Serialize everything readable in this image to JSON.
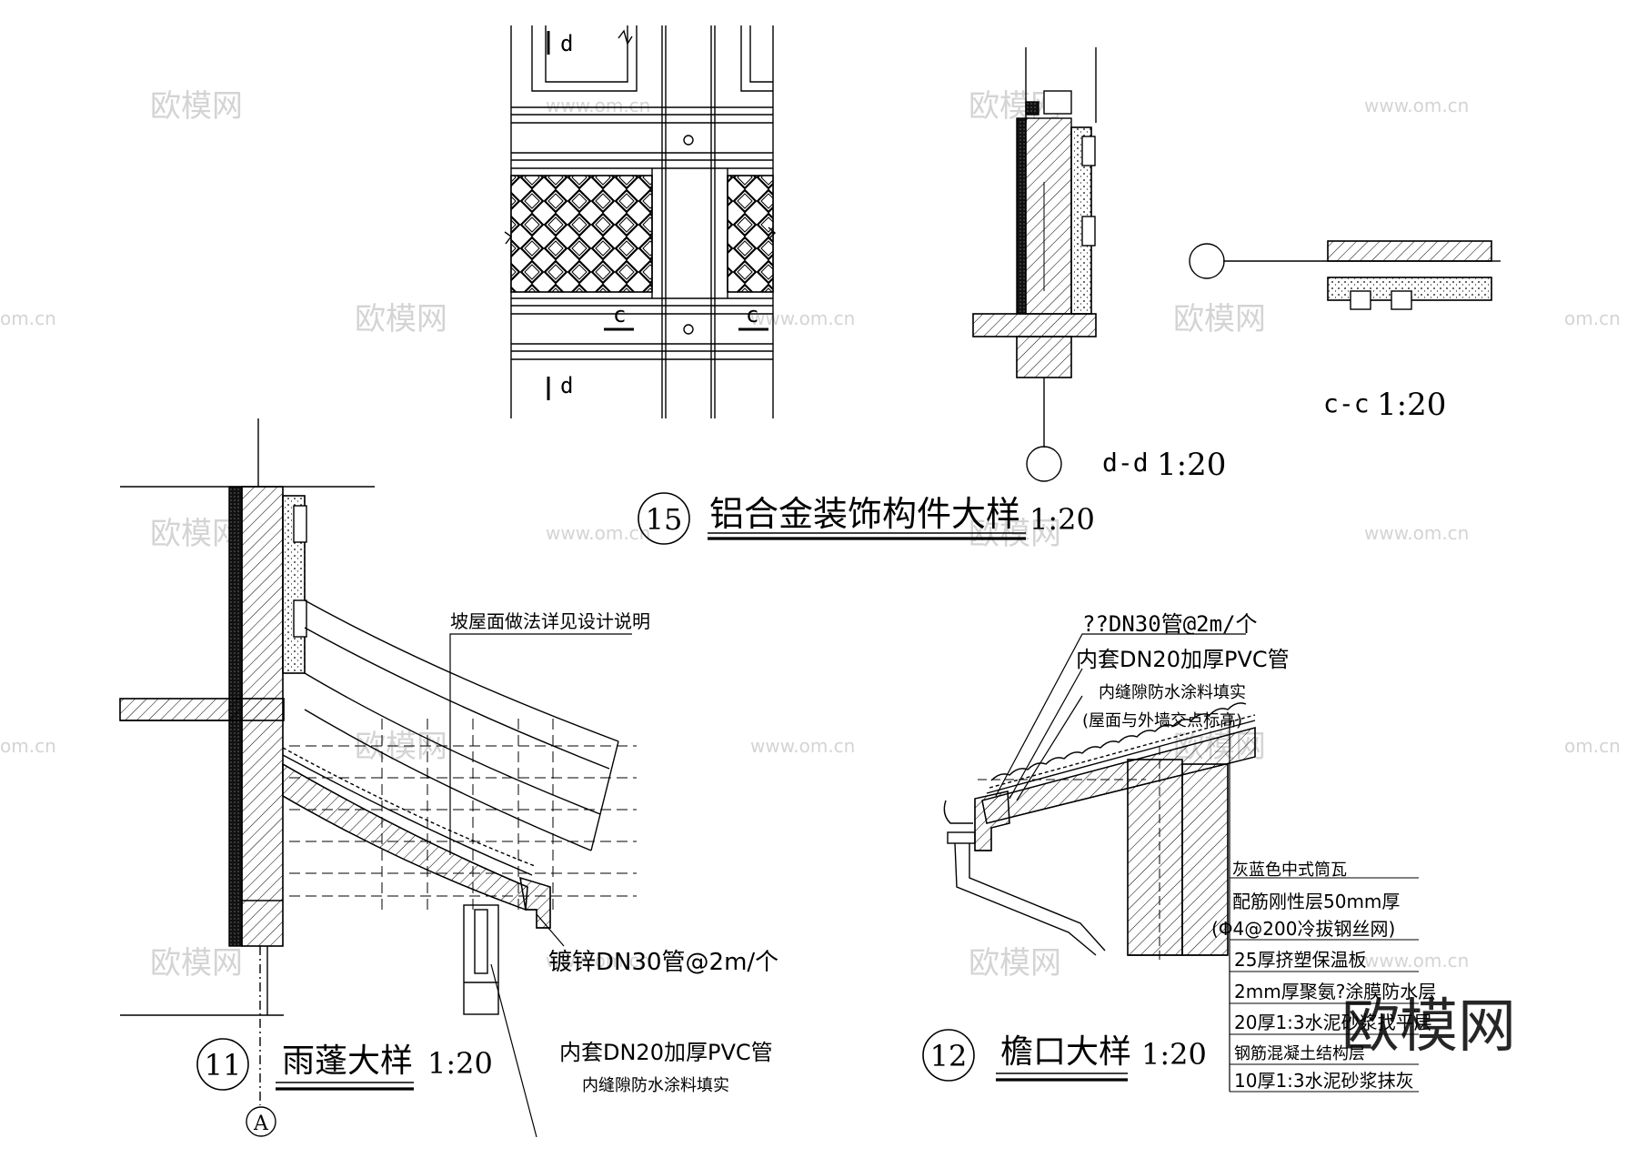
{
  "watermarks": {
    "brand_cn": "欧模网",
    "brand_url": "www.om.cn",
    "brand_short": "om.cn",
    "big_logo": "欧模网"
  },
  "detail_15": {
    "number": "15",
    "title": "铝合金装饰构件大样",
    "scale": "1:20",
    "cut_d_top": "d",
    "cut_d_bottom": "d",
    "cut_c_left": "c",
    "cut_c_right": "c"
  },
  "section_dd": {
    "label": "d-d",
    "scale": "1:20"
  },
  "section_cc": {
    "label": "c-c",
    "scale": "1:20"
  },
  "detail_11": {
    "number": "11",
    "title": "雨蓬大样",
    "scale": "1:20",
    "grid_axis": "A",
    "note_roof": "坡屋面做法详见设计说明",
    "note_pipe": "镀锌DN30管@2m/个",
    "note_pvc": "内套DN20加厚PVC管",
    "note_fill": "内缝隙防水涂料填实"
  },
  "detail_12": {
    "number": "12",
    "title": "檐口大样",
    "scale": "1:20",
    "note_pipe": "??DN30管@2m/个",
    "note_pvc": "内套DN20加厚PVC管",
    "note_fill": "内缝隙防水涂料填实",
    "note_elev": "(屋面与外墙交点标高)",
    "layers": [
      "灰蓝色中式筒瓦",
      "配筋刚性层50mm厚",
      "(Φ4@200冷拔钢丝网)",
      "25厚挤塑保温板",
      "2mm厚聚氨?涂膜防水层",
      "20厚1:3水泥砂浆找平层",
      "钢筋混凝土结构层",
      "10厚1:3水泥砂浆抹灰"
    ]
  }
}
